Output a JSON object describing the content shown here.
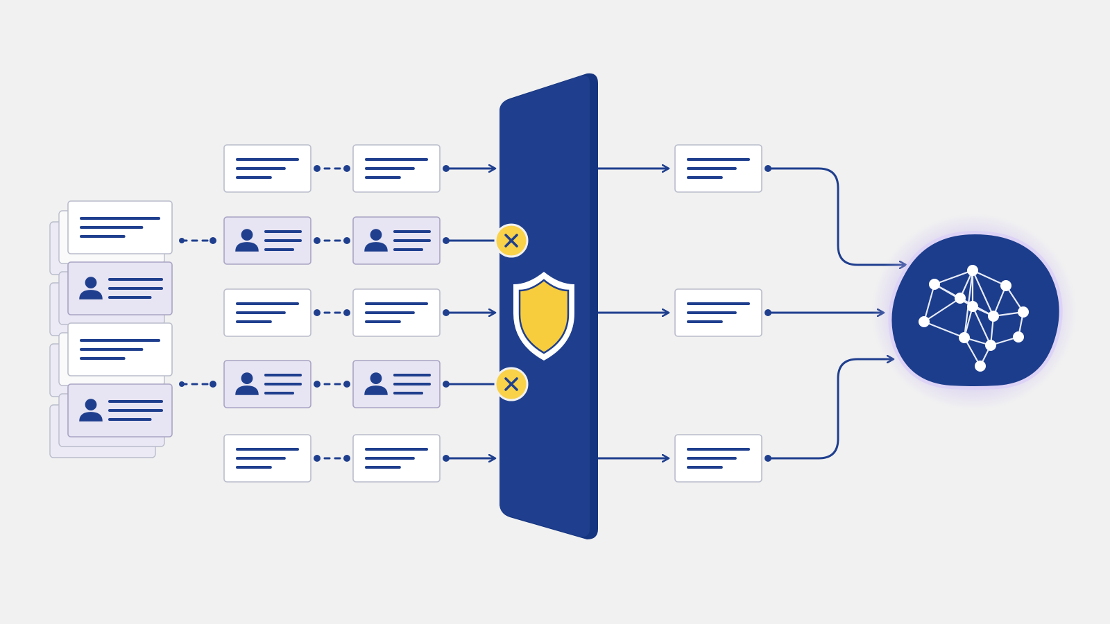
{
  "colors": {
    "background": "#f1f1f1",
    "navy": "#1f3f8e",
    "line": "#1f3f8e",
    "card_fill": "#ffffff",
    "card_border": "#b9bccb",
    "pii_fill": "#e7e4f3",
    "pii_border": "#a9a4c4",
    "block_fill": "#f9d24a",
    "shield_yellow": "#f7cc3d",
    "glow": "#c8b8f0"
  },
  "source_stack": {
    "cards": [
      {
        "kind": "text"
      },
      {
        "kind": "pii",
        "icon": "person-icon"
      },
      {
        "kind": "text"
      },
      {
        "kind": "pii",
        "icon": "person-icon"
      }
    ]
  },
  "input_rows": [
    {
      "kind": "text",
      "from_stack": false,
      "blocked": false
    },
    {
      "kind": "pii",
      "from_stack": true,
      "blocked": true
    },
    {
      "kind": "text",
      "from_stack": false,
      "blocked": false
    },
    {
      "kind": "pii",
      "from_stack": true,
      "blocked": true
    },
    {
      "kind": "text",
      "from_stack": false,
      "blocked": false
    }
  ],
  "filter": {
    "icon": "shield-icon",
    "block_icon": "close-icon"
  },
  "passed_outputs": [
    {
      "kind": "text",
      "input_row": 0
    },
    {
      "kind": "text",
      "input_row": 2
    },
    {
      "kind": "text",
      "input_row": 4
    }
  ],
  "destination": {
    "icon": "neural-network-icon"
  }
}
